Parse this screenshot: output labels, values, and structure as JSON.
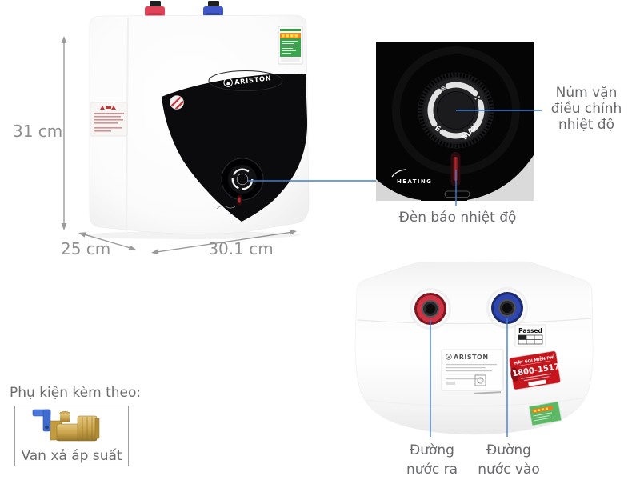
{
  "colors": {
    "annotation_line": "#3d7fd6",
    "label_text": "#68696c",
    "hotline_red": "#c5161d",
    "outlet_red": "#d03344",
    "inlet_blue": "#2e46b0"
  },
  "main_product": {
    "brand": "ARISTON",
    "dimensions": {
      "height": "31 cm",
      "depth": "25 cm",
      "width": "30.1 cm"
    }
  },
  "detail_view": {
    "panel_brand_text": "HEATING",
    "knob_markings": {
      "frost": "❄",
      "eco": "E",
      "max": "MAX"
    },
    "knob_label_lines": [
      "Núm vặn",
      "điều chỉnh",
      "nhiệt độ"
    ],
    "light_label": "Đèn báo nhiệt độ"
  },
  "rear_view": {
    "brand": "ARISTON",
    "passed_label": "Passed",
    "hotline_header": "HÃY GỌI MIỄN PHÍ",
    "hotline_number": "1800-1517",
    "outlet_label_lines": [
      "Đường",
      "nước ra"
    ],
    "inlet_label_lines": [
      "Đường",
      "nước vào"
    ]
  },
  "accessory": {
    "heading": "Phụ kiện kèm theo:",
    "item_label": "Van xả áp suất"
  }
}
